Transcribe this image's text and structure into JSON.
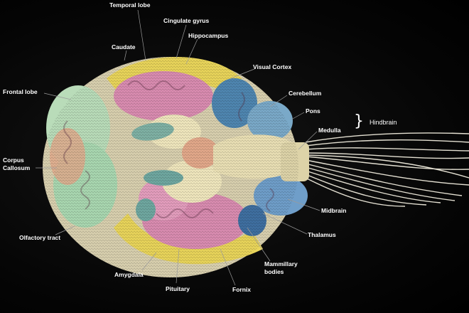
{
  "labels": {
    "temporal_lobe": "Temporal lobe",
    "cingulate_gyrus": "Cingulate gyrus",
    "hippocampus": "Hippocampus",
    "caudate": "Caudate",
    "visual_cortex": "Visual Cortex",
    "frontal_lobe": "Frontal lobe",
    "cerebellum": "Cerebellum",
    "pons": "Pons",
    "medulla": "Medulla",
    "hindbrain": "Hindbrain",
    "corpus_callosum_1": "Corpus",
    "corpus_callosum_2": "Callosum",
    "midbrain": "Midbrain",
    "olfactory_tract": "Olfactory tract",
    "thalamus": "Thalamus",
    "mammillary_bodies_1": "Mammillary",
    "mammillary_bodies_2": "bodies",
    "amygdala": "Amygdala",
    "pituitary": "Pituitary",
    "fornix": "Fornix"
  },
  "colors": {
    "background": "#000000",
    "label_text": "#ffffff",
    "leader_line": "#9a9a9a",
    "yarn_yellow": "#e8d45a",
    "yarn_pink": "#d98cb0",
    "yarn_cream": "#e9dfb4",
    "yarn_teal": "#6fa7a0",
    "yarn_blue": "#6f9ec9",
    "yarn_green": "#a9d7b0",
    "yarn_peach": "#e2a88a",
    "string_white": "#e4e0d2"
  }
}
